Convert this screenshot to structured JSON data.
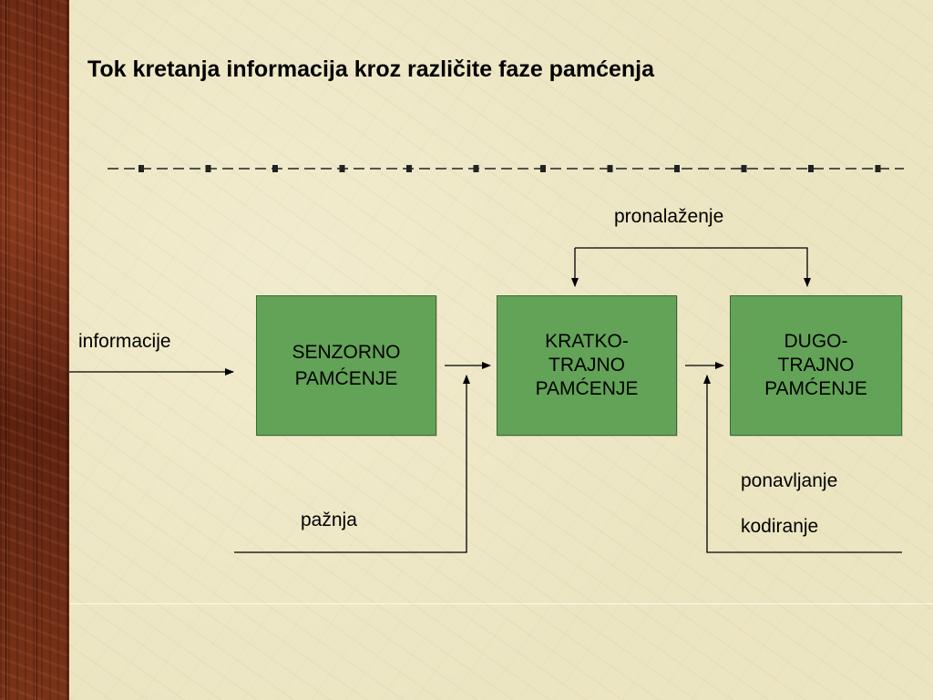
{
  "title": "Tok kretanja informacija kroz različite faze pamćenja",
  "labels": {
    "input": "informacije",
    "attention": "pažnja",
    "retrieval": "pronalaženje",
    "rehearsal": "ponavljanje",
    "encoding": "kodiranje"
  },
  "boxes": {
    "sensory": [
      "SENZORNO",
      "PAMĆENJE"
    ],
    "short_term": [
      "KRATKO-",
      "TRAJNO",
      "PAMĆENJE"
    ],
    "long_term": [
      "DUGO-",
      "TRAJNO",
      "PAMĆENJE"
    ]
  },
  "colors": {
    "box_fill": "#63a357",
    "background": "#ece5c2",
    "side_strip": "#7a3318"
  }
}
